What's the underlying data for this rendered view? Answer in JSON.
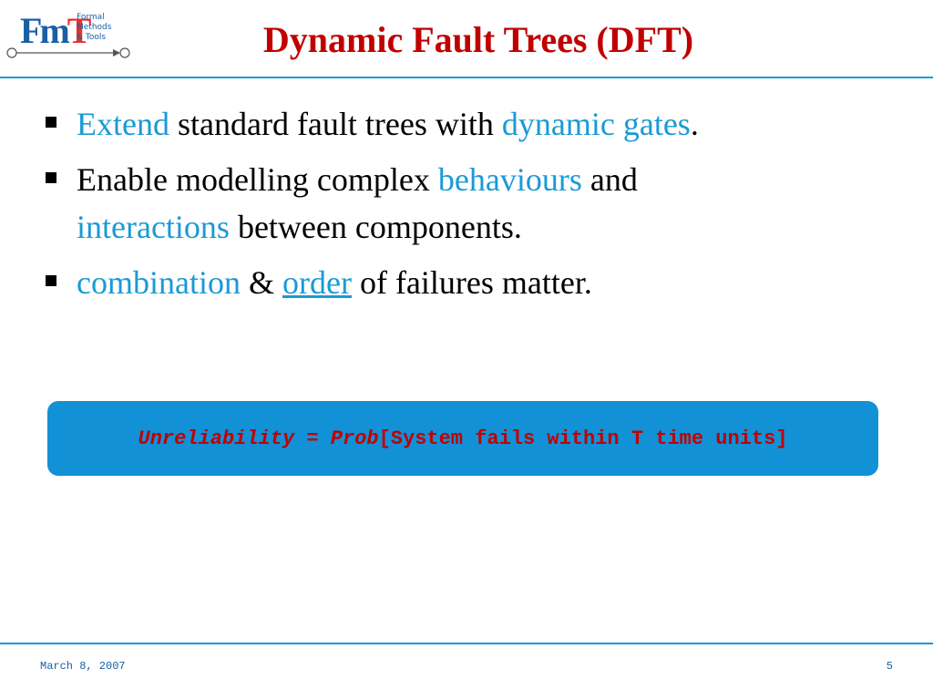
{
  "logo": {
    "mark_f": "F",
    "mark_m": "m",
    "mark_t": "T",
    "subtitle": "Formal\nMethods\n& Tools",
    "colors": {
      "blue": "#1a5fa8",
      "red": "#e4332a"
    }
  },
  "slide": {
    "title": "Dynamic Fault Trees (DFT)",
    "bullets": [
      {
        "parts": [
          "Extend",
          " standard fault trees with ",
          "dynamic gates",
          "."
        ]
      },
      {
        "parts": [
          "Enable modelling complex ",
          "behaviours",
          " and ",
          "interactions",
          " between components."
        ]
      },
      {
        "parts": [
          "combination",
          " & ",
          "order",
          " of failures matter."
        ]
      }
    ],
    "formula": {
      "term": "Unreliability",
      "equals": " = ",
      "prob": "Prob",
      "body": "[System fails within T time units]"
    }
  },
  "footer": {
    "date": "March 8, 2007",
    "page": "5"
  },
  "colors": {
    "title": "#c00000",
    "accent": "#1a9ad6",
    "box": "#1291d6",
    "formula_text": "#c00000"
  }
}
